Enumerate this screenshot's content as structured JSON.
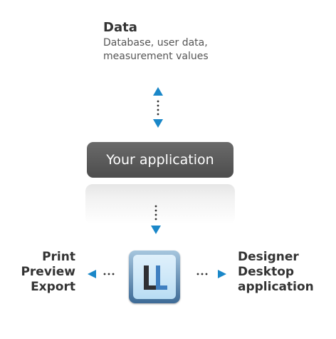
{
  "data_block": {
    "title": "Data",
    "subtitle_line1": "Database, user data,",
    "subtitle_line2": "measurement values"
  },
  "app_box": {
    "label": "Your application"
  },
  "left_outputs": [
    "Print",
    "Preview",
    "Export"
  ],
  "right_outputs": [
    "Designer",
    "Desktop",
    "application"
  ],
  "logo": {
    "text": "LL",
    "icon": "list-and-label-logo-icon"
  },
  "colors": {
    "arrow": "#1a87c8",
    "app_box": "#575757",
    "logo_frame": "#5a86ad"
  }
}
